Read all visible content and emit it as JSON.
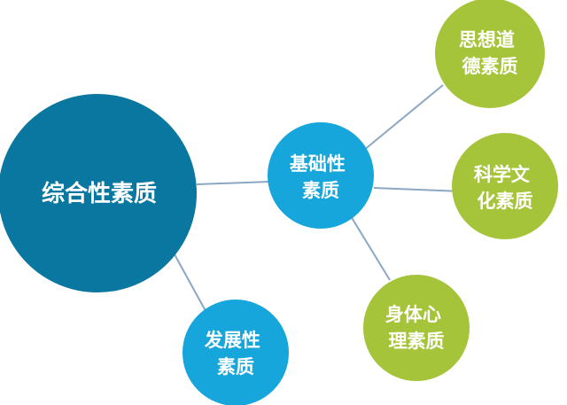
{
  "nodes": {
    "main": {
      "lines": [
        "综合性素质"
      ],
      "color": "#0a77a0"
    },
    "basic": {
      "lines": [
        "基础性",
        "素质"
      ],
      "color": "#16a6dc"
    },
    "develop": {
      "lines": [
        "发展性",
        "素质"
      ],
      "color": "#16a6dc"
    },
    "moral": {
      "lines": [
        "思想道",
        "德素质"
      ],
      "color": "#a6c43a"
    },
    "science": {
      "lines": [
        "科学文",
        "化素质"
      ],
      "color": "#a6c43a"
    },
    "body": {
      "lines": [
        "身体心",
        "理素质"
      ],
      "color": "#a6c43a"
    }
  },
  "connector_color": "#8aa7c4"
}
